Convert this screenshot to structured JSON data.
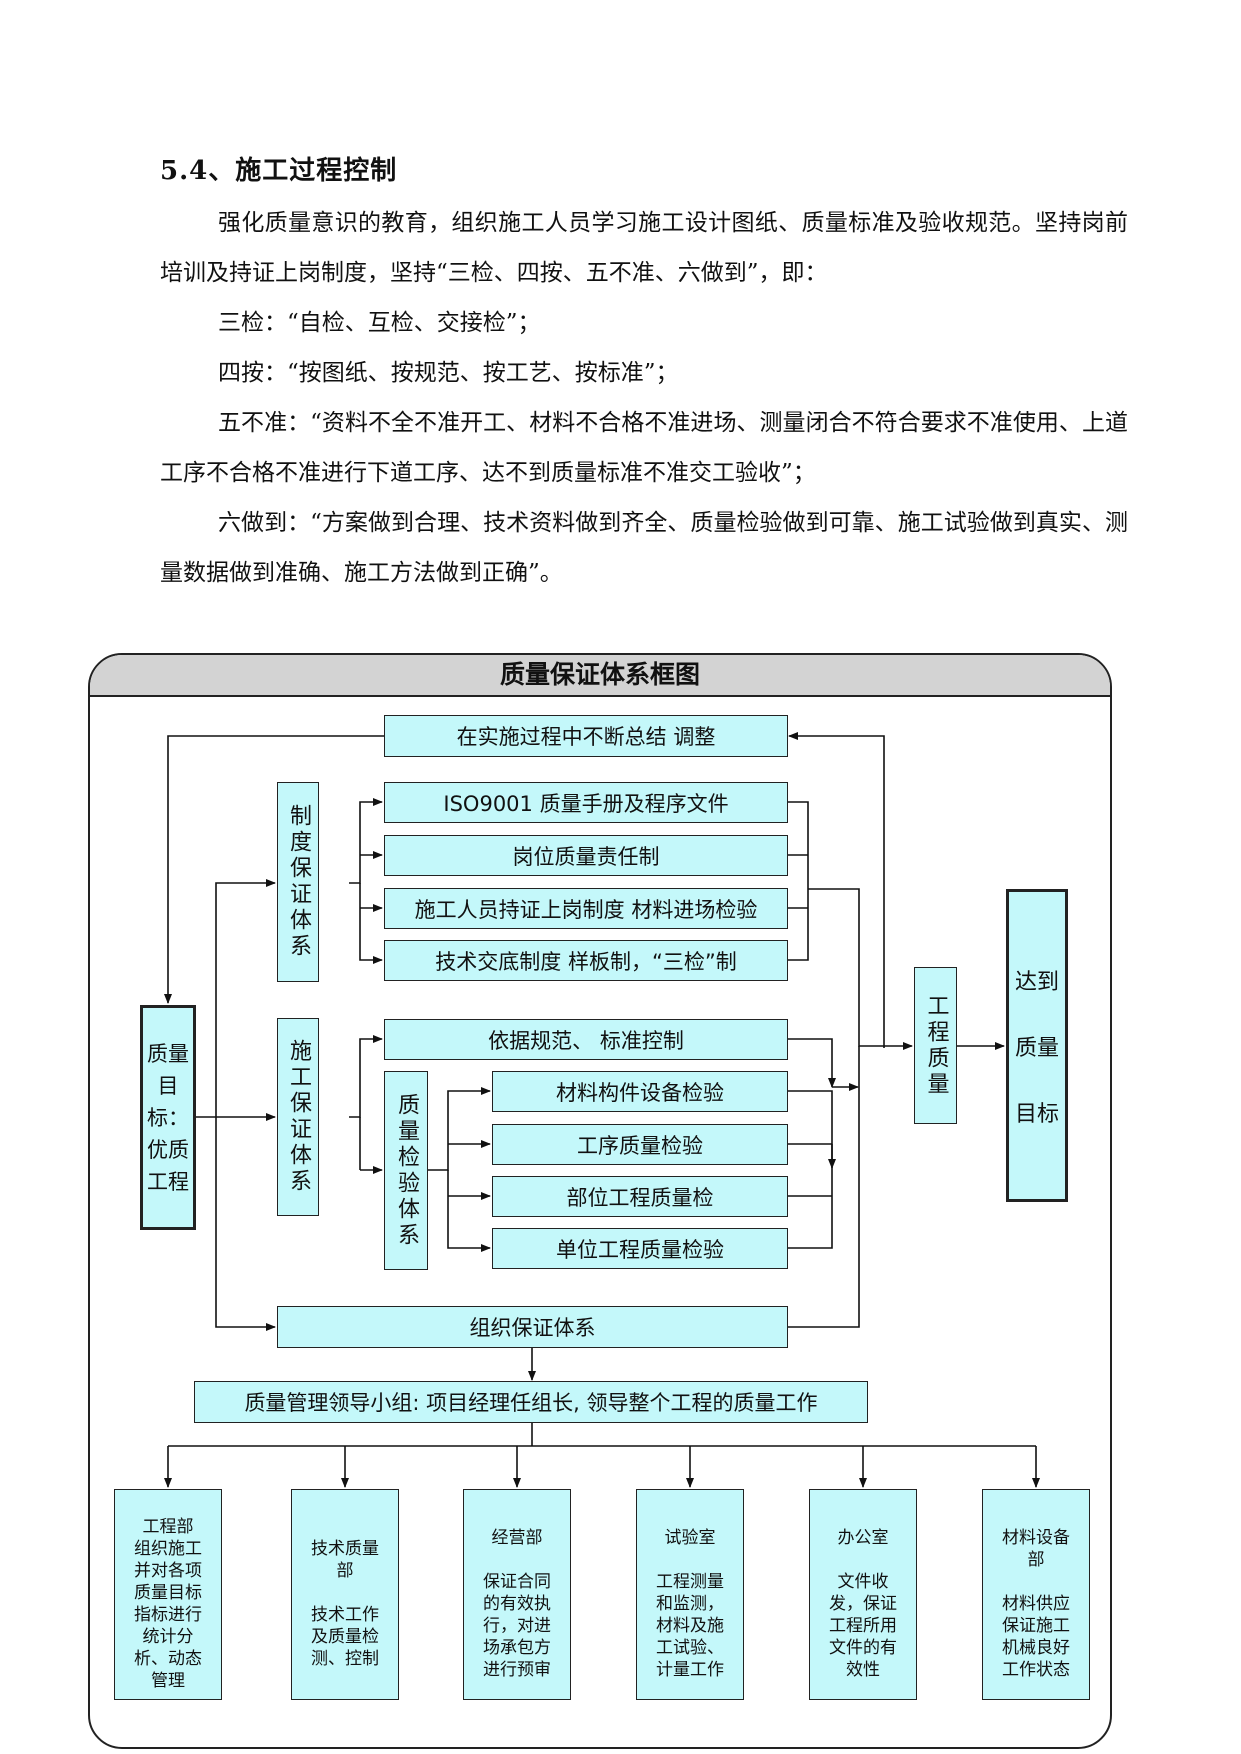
{
  "section": {
    "heading": "5.4、施工过程控制",
    "paragraphs": [
      "强化质量意识的教育，组织施工人员学习施工设计图纸、质量标准及验收规范。坚持岗前培训及持证上岗制度，坚持“三检、四按、五不准、六做到”，即：",
      "三检：“自检、互检、交接检”；",
      "四按：“按图纸、按规范、按工艺、按标准”；",
      "五不准：“资料不全不准开工、材料不合格不准进场、测量闭合不符合要求不准使用、上道工序不合格不准进行下道工序、达不到质量标准不准交工验收”；",
      "六做到：“方案做到合理、技术资料做到齐全、质量检验做到可靠、施工试验做到真实、测量数据做到准确、施工方法做到正确”。"
    ]
  },
  "diagram": {
    "title": "质量保证体系框图",
    "feedback": "在实施过程中不断总结  调整",
    "goal": "质量目标：优质工程",
    "system_group": {
      "label": "制度保证体系",
      "items": [
        "ISO9001  质量手册及程序文件",
        "岗位质量责任制",
        "施工人员持证上岗制度 材料进场检验",
        "技术交底制度   样板制，“三检”制"
      ]
    },
    "construction_group": {
      "label": "施工保证体系",
      "basis": "依据规范、 标准控制",
      "inspection_label": "质量检验体系",
      "inspection_items": [
        "材料构件设备检验",
        "工序质量检验",
        "部位工程质量检",
        "单位工程质量检验"
      ]
    },
    "org_group": {
      "label": "组织保证体系",
      "leader": "质量管理领导小组:   项目经理任组长,   领导整个工程的质量工作"
    },
    "engineering_quality": "工程质量",
    "achieve": [
      "达到",
      "质量",
      "目标"
    ],
    "departments": [
      {
        "name": "工程部",
        "desc": "组织施工\n并对各项\n质量目标\n指标进行\n统计分\n析、动态\n管理"
      },
      {
        "name": "技术质量\n部",
        "desc": "技术工作\n及质量检\n测、控制"
      },
      {
        "name": "经营部",
        "desc": "保证合同\n的有效执\n行，对进\n场承包方\n进行预审"
      },
      {
        "name": "试验室",
        "desc": "工程测量\n和监测，\n材料及施\n工试验、\n计量工作"
      },
      {
        "name": "办公室",
        "desc": "文件收\n发，保证\n工程所用\n文件的有\n效性"
      },
      {
        "name": "材料设备\n部",
        "desc": "材料供应\n保证施工\n机械良好\n工作状态"
      }
    ]
  }
}
